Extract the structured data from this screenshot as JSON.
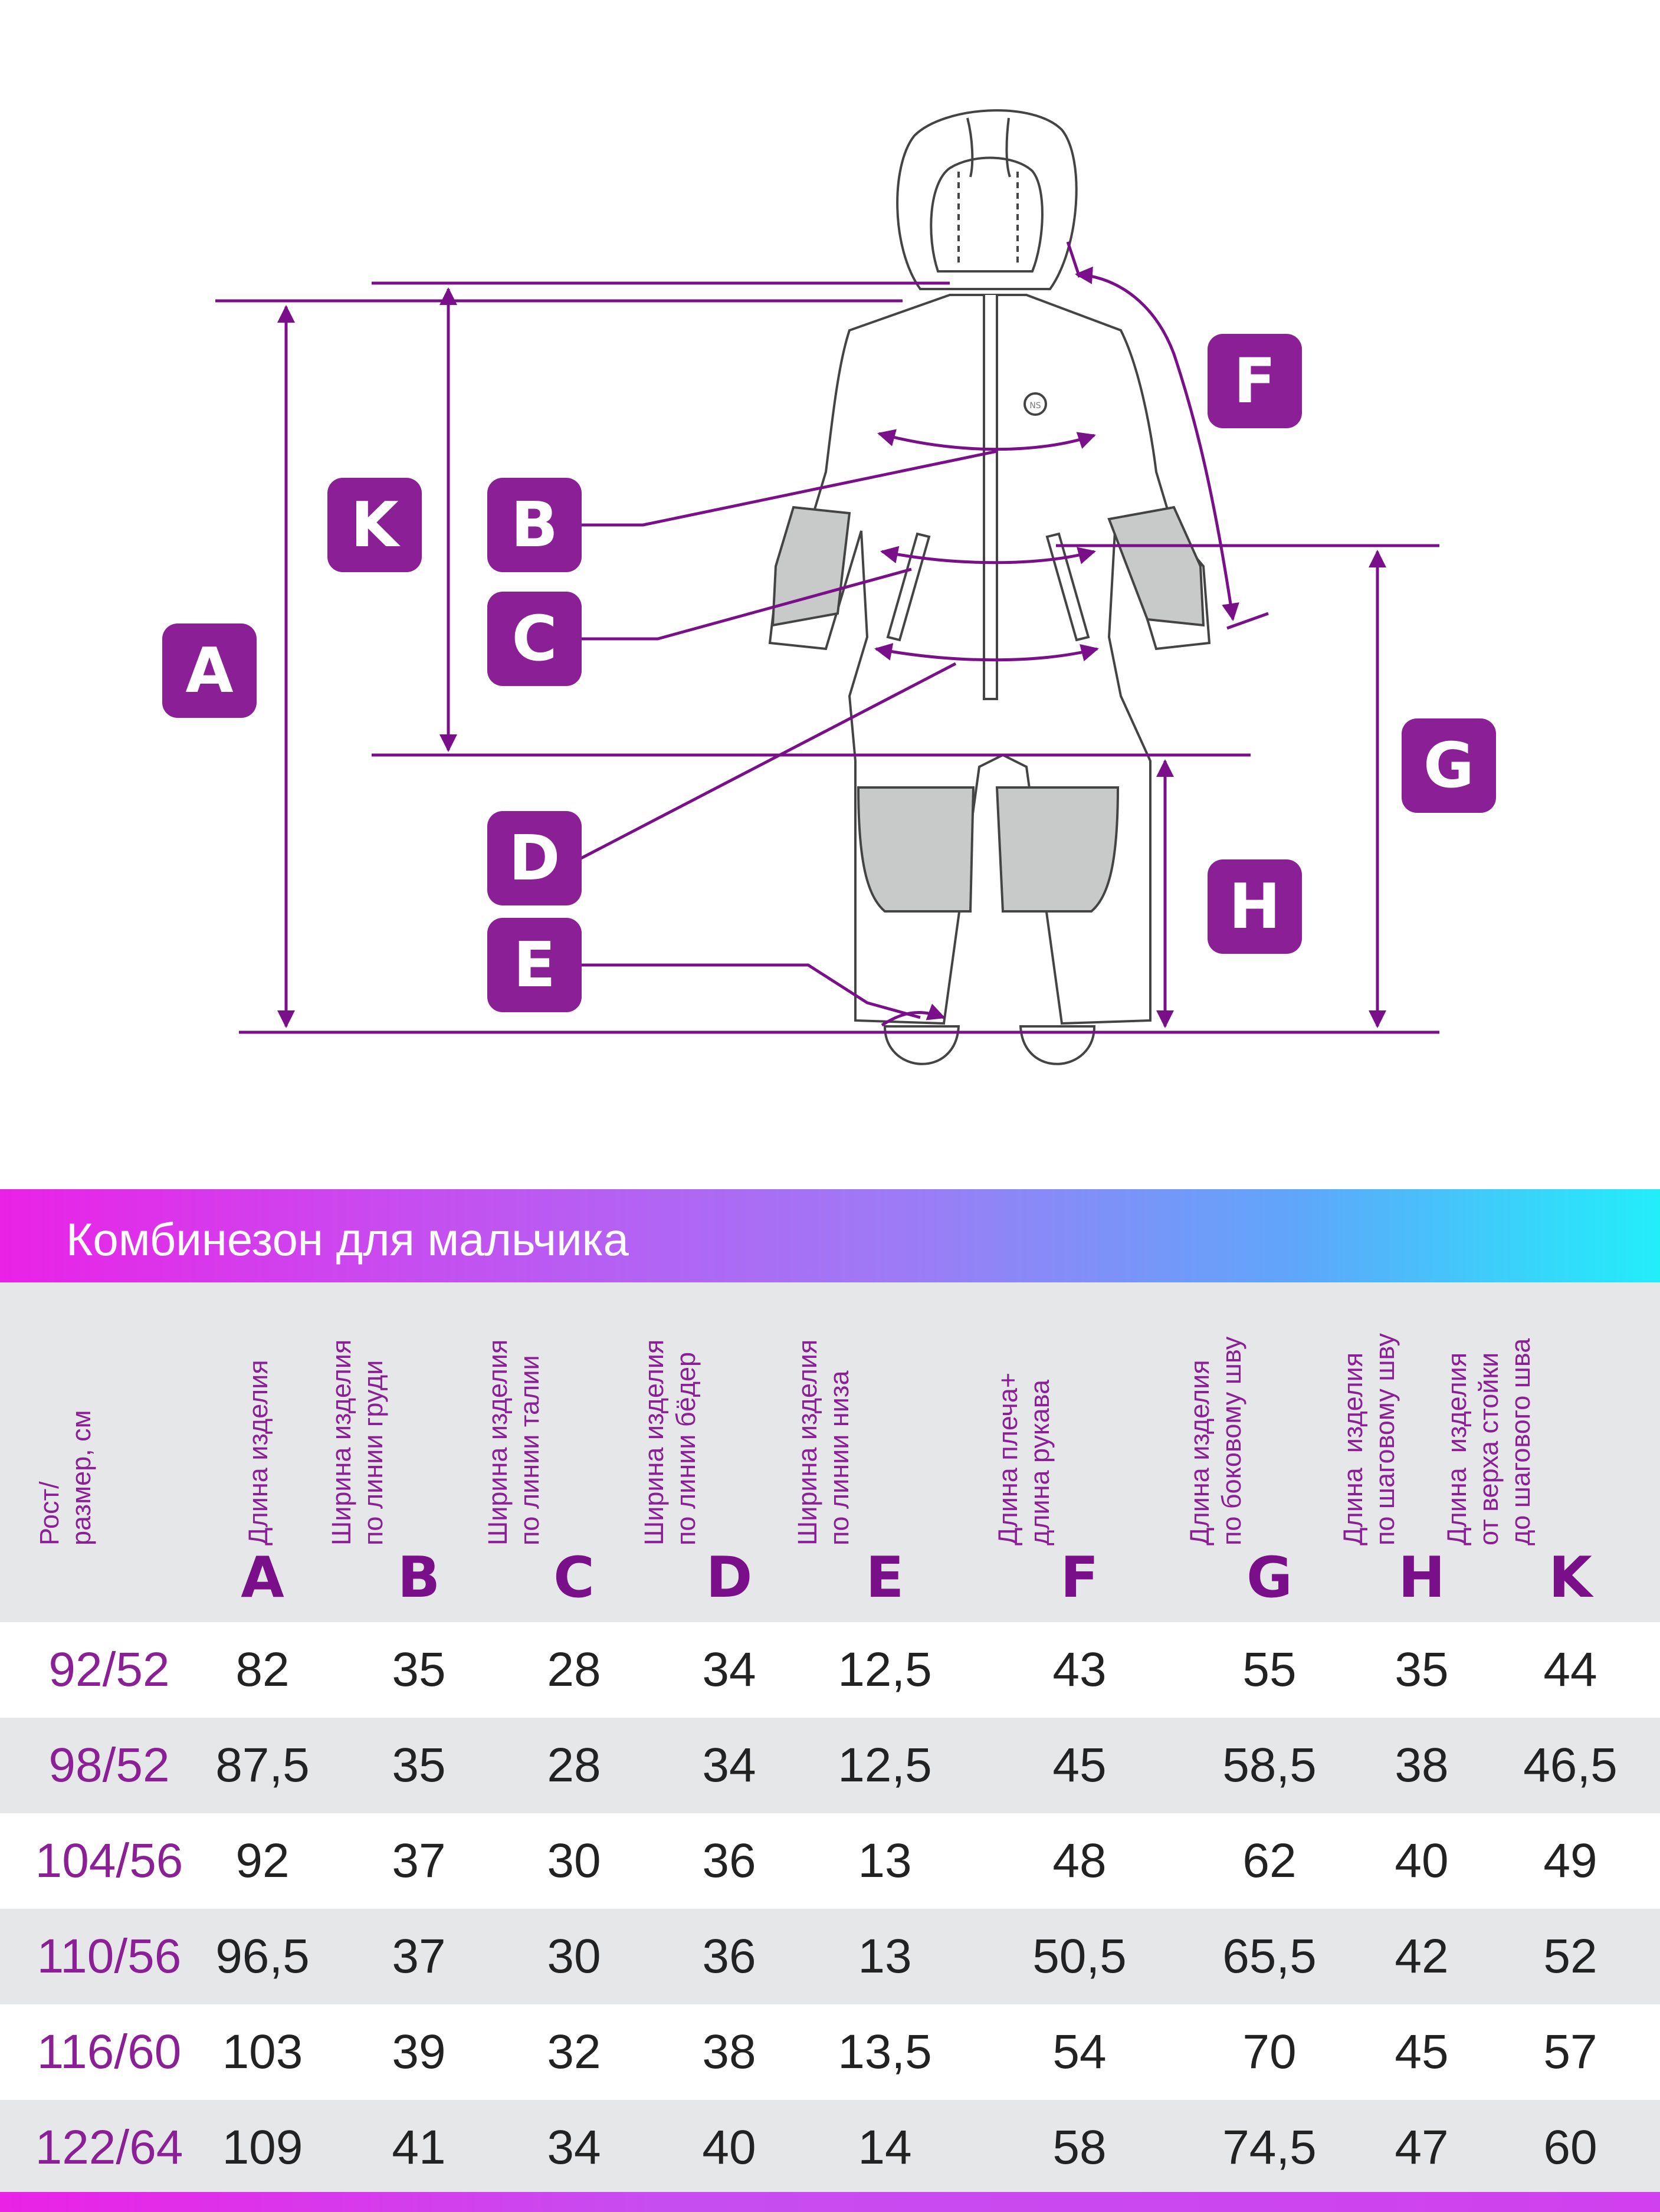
{
  "title": "Комбинезон для мальчика",
  "colors": {
    "accent": "#8a1f96",
    "badge": "#8a1f96",
    "row_shade": "#e6e7e8",
    "gradient_start": "#ea22e6",
    "gradient_end": "#22eefa"
  },
  "diagram": {
    "badges": {
      "A": "A",
      "B": "B",
      "C": "C",
      "D": "D",
      "E": "E",
      "F": "F",
      "G": "G",
      "H": "H",
      "K": "K"
    },
    "logo_text": "NS"
  },
  "table": {
    "size_header": "Рост/\nразмер, см",
    "columns": [
      {
        "letter": "A",
        "label": "Длина изделия"
      },
      {
        "letter": "B",
        "label": "Ширина изделия\nпо линии груди"
      },
      {
        "letter": "C",
        "label": "Ширина изделия\nпо линии талии"
      },
      {
        "letter": "D",
        "label": "Ширина изделия\nпо линии бёдер"
      },
      {
        "letter": "E",
        "label": "Ширина изделия\nпо линии низа"
      },
      {
        "letter": "F",
        "label": "Длина плеча+\nдлина рукава"
      },
      {
        "letter": "G",
        "label": "Длина изделия\nпо боковому шву"
      },
      {
        "letter": "H",
        "label": "Длина  изделия\nпо шаговому шву"
      },
      {
        "letter": "K",
        "label": "Длина  изделия\nот верха стойки\nдо шагового шва"
      }
    ],
    "rows": [
      {
        "size": "92/52",
        "values": [
          "82",
          "35",
          "28",
          "34",
          "12,5",
          "43",
          "55",
          "35",
          "44"
        ]
      },
      {
        "size": "98/52",
        "values": [
          "87,5",
          "35",
          "28",
          "34",
          "12,5",
          "45",
          "58,5",
          "38",
          "46,5"
        ]
      },
      {
        "size": "104/56",
        "values": [
          "92",
          "37",
          "30",
          "36",
          "13",
          "48",
          "62",
          "40",
          "49"
        ]
      },
      {
        "size": "110/56",
        "values": [
          "96,5",
          "37",
          "30",
          "36",
          "13",
          "50,5",
          "65,5",
          "42",
          "52"
        ]
      },
      {
        "size": "116/60",
        "values": [
          "103",
          "39",
          "32",
          "38",
          "13,5",
          "54",
          "70",
          "45",
          "57"
        ]
      },
      {
        "size": "122/64",
        "values": [
          "109",
          "41",
          "34",
          "40",
          "14",
          "58",
          "74,5",
          "47",
          "60"
        ]
      }
    ]
  }
}
